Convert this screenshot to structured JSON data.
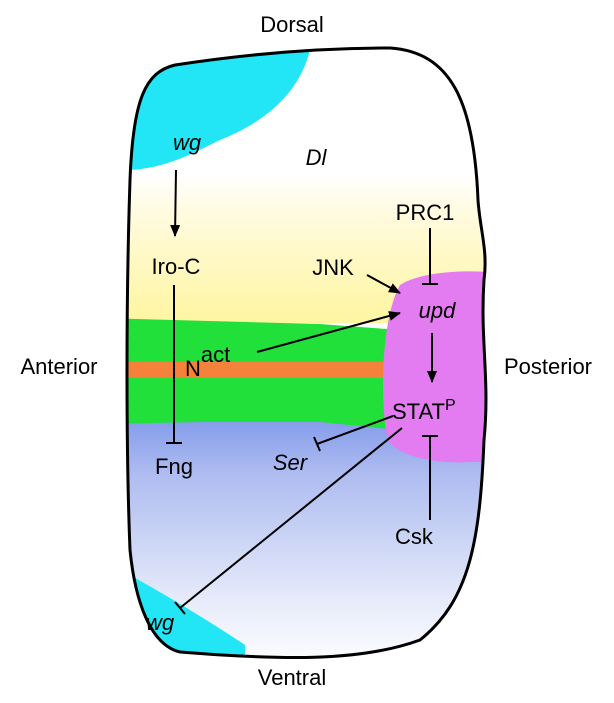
{
  "orientation": {
    "dorsal": "Dorsal",
    "ventral": "Ventral",
    "anterior": "Anterior",
    "posterior": "Posterior"
  },
  "nodes": {
    "wg_dorsal": "wg",
    "dl": "Dl",
    "prc1": "PRC1",
    "iro_c": "Iro-C",
    "jnk": "JNK",
    "upd": "upd",
    "notch": "N",
    "notch_sup": "act",
    "stat": "STAT",
    "stat_sup": "P",
    "ser": "Ser",
    "fng": "Fng",
    "csk": "Csk",
    "wg_ventral": "wg"
  },
  "colors": {
    "wg_domain": "#22e5f5",
    "dorsal_yellow": "#fff5a0",
    "ventral_blue": "#6d8ae8",
    "notch_band": "#22e03a",
    "dv_boundary": "#f5823a",
    "upd_domain": "#e27cf0",
    "outline": "#000000"
  }
}
